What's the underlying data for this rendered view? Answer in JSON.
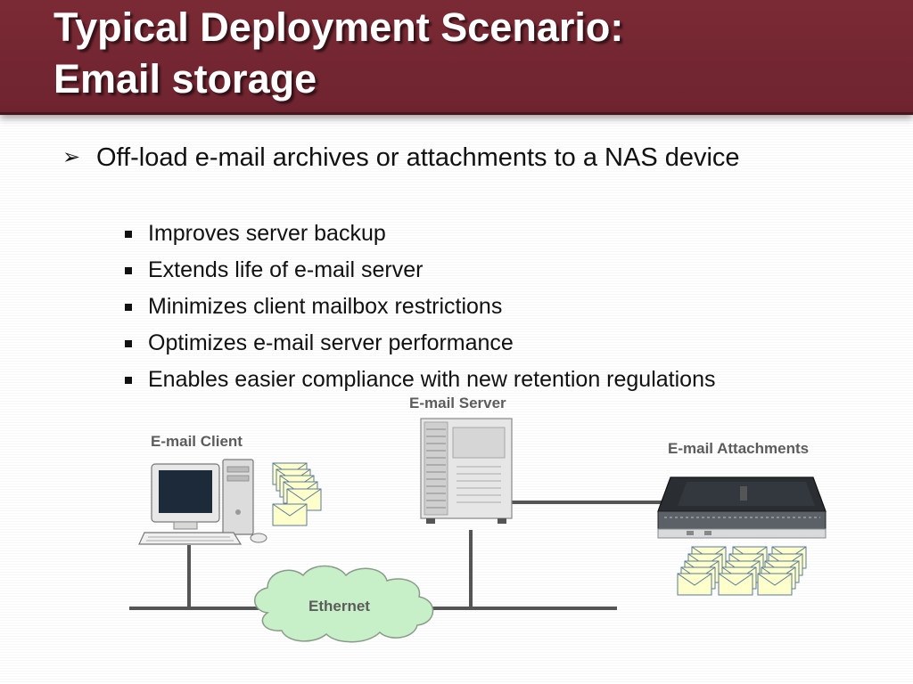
{
  "slide": {
    "title_line1": "Typical Deployment Scenario:",
    "title_line2": "Email storage",
    "main_bullet": "Off-load e-mail archives or attachments to a NAS device",
    "sub_bullets": [
      "Improves server backup",
      "Extends life of e-mail server",
      "Minimizes client mailbox restrictions",
      "Optimizes e-mail server performance",
      "Enables easier compliance with new retention regulations"
    ]
  },
  "diagram": {
    "client_label": "E-mail Client",
    "server_label": "E-mail Server",
    "attachments_label": "E-mail Attachments",
    "network_label": "Ethernet"
  },
  "colors": {
    "title_bg": "#6e2430",
    "cloud_fill": "#c8f0c8",
    "envelope_fill": "#ffffcc",
    "nas_body": "#2a2e33"
  },
  "icons": [
    "arrow-bullet-icon",
    "square-bullet-icon",
    "computer-icon",
    "server-icon",
    "nas-device-icon",
    "envelope-icon",
    "cloud-icon"
  ]
}
